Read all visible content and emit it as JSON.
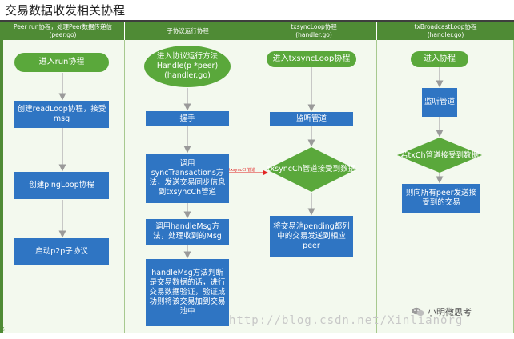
{
  "title": "交易数据收发相关协程",
  "lanes": [
    {
      "header": [
        "Peer run协程，处理Peer数据传递信",
        "(peer.go)"
      ],
      "nodes": {
        "start": "进入run协程",
        "step1": "创建readLoop协程，接受msg",
        "step2": "创建pingLoop协程",
        "step3": "启动p2p子协议"
      }
    },
    {
      "header": [
        "子协议运行协程",
        ""
      ],
      "nodes": {
        "start": "进入协议运行方法Handle(p *peer)(handler.go)",
        "step1": "握手",
        "step2": "调用syncTransactions方法，发送交易同步信息到txsyncCh管道",
        "step3": "调用handleMsg方法，处理收到的Msg",
        "step4": "handleMsg方法判断是交易数据的话，进行交易数据验证，验证成功则将该交易加到交易池中"
      }
    },
    {
      "header": [
        "txsyncLoop协程",
        "(handler.go)"
      ],
      "nodes": {
        "start": "进入txsyncLoop协程",
        "step1": "监听管道",
        "decision": "txsyncCh管道接受到数据",
        "step2": "将交易池pending都列中的交易发送到相应peer"
      }
    },
    {
      "header": [
        "txBroadcastLoop协程",
        "(handler.go)"
      ],
      "nodes": {
        "start": "进入协程",
        "step1": "监听管道",
        "decision": "若txCh管道接受到数据",
        "step2": "则向所有peer发送接受到的交易"
      }
    }
  ],
  "connector_label": "txsyncCh管道",
  "corner_tag": "名",
  "wechat_name": "小明微思考",
  "watermark": "http://blog.csdn.net/Xinlianorg",
  "colors": {
    "lane_header": "#4f8b35",
    "lane_body": "#f3f9ee",
    "process_box": "#2f75c3",
    "start_node": "#5aa83b",
    "connector": "#e22222"
  }
}
